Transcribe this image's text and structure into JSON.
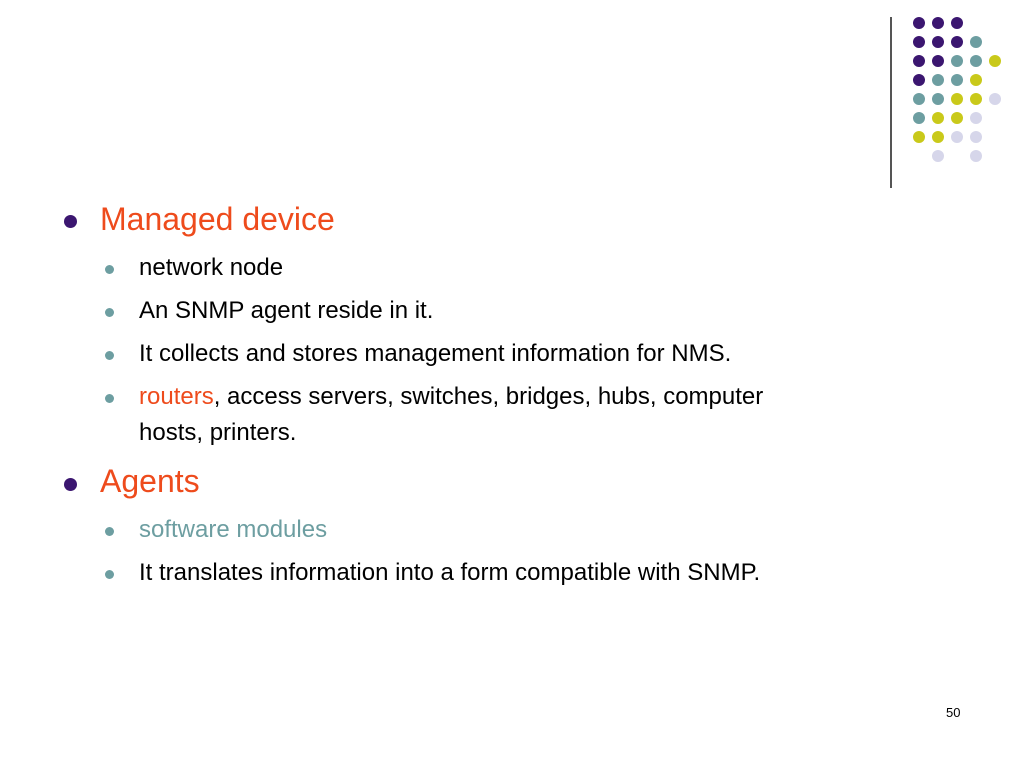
{
  "slide": {
    "sections": [
      {
        "heading": "Managed device",
        "items": [
          "network node",
          "An SNMP agent reside in it.",
          "It collects and stores management information for NMS.",
          {
            "highlight": "routers",
            "rest_line1": ", access servers, switches,  bridges, hubs, computer",
            "rest_line2": "hosts, printers."
          }
        ]
      },
      {
        "heading": "Agents",
        "items": [
          "software modules",
          "It translates information into a form compatible with SNMP."
        ]
      }
    ],
    "page_number": "50"
  },
  "colors": {
    "heading": "#ee4b1c",
    "highlight_red": "#ee4b1c",
    "highlight_teal": "#6d9ea1",
    "body_text": "#000000",
    "bullet_level1": "#3b1670",
    "bullet_level2": "#6d9ea1",
    "dot_purple": "#3b1670",
    "dot_teal": "#6d9ea1",
    "dot_yellow": "#c9c91a",
    "dot_lavender": "#d6d6ea"
  },
  "decoration": {
    "dot_grid": [
      [
        "purple",
        "purple",
        "purple",
        "",
        ""
      ],
      [
        "purple",
        "purple",
        "purple",
        "teal",
        ""
      ],
      [
        "purple",
        "purple",
        "teal",
        "teal",
        "yellow"
      ],
      [
        "purple",
        "teal",
        "teal",
        "yellow",
        ""
      ],
      [
        "teal",
        "teal",
        "yellow",
        "yellow",
        "lavender"
      ],
      [
        "teal",
        "yellow",
        "yellow",
        "lavender",
        ""
      ],
      [
        "yellow",
        "yellow",
        "lavender",
        "lavender",
        ""
      ],
      [
        "",
        "lavender",
        "",
        "lavender",
        ""
      ]
    ]
  }
}
